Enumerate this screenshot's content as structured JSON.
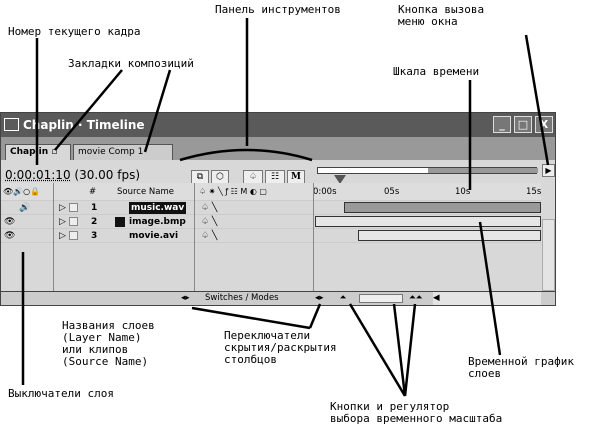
{
  "annotations": {
    "frame_number": "Номер текущего кадра",
    "comp_tabs": "Закладки композиций",
    "toolbar": "Панель инструментов",
    "menu_button": "Кнопка вызова\nменю окна",
    "time_ruler": "Шкала времени",
    "layer_names": "Названия слоев\n(Layer Name)\nили клипов\n(Source Name)",
    "column_toggles": "Переключатели\nскрытия/раскрытия\nстолбцов",
    "layer_timeline": "Временной график\nслоев",
    "layer_switches": "Выключатели слоя",
    "zoom_controls": "Кнопки и регулятор\nвыбора временного масштаба"
  },
  "window": {
    "title": "Chaplin · Timeline",
    "minimize": "_",
    "maximize": "□",
    "close": "X"
  },
  "tabs": [
    {
      "label": "Chaplin"
    },
    {
      "label": "movie Comp 1"
    }
  ],
  "timecode": "0:00:01:10",
  "fps": "(30.00 fps)",
  "toolbar_buttons": [
    "⧉",
    "⬡",
    "♤",
    "☷",
    "M"
  ],
  "headers": {
    "av": "👁🔊○🔒",
    "num": "#",
    "source": "Source Name",
    "switches": "♤ ✷ ╲ ƒ ☷ M ◐ ▢"
  },
  "layers": [
    {
      "num": "1",
      "name": "music.wav"
    },
    {
      "num": "2",
      "name": "image.bmp"
    },
    {
      "num": "3",
      "name": "movie.avi"
    }
  ],
  "ruler": [
    "0:00s",
    "05s",
    "10s",
    "15s"
  ],
  "bottom": {
    "switches_modes": "Switches / Modes",
    "toggle": "◂▸"
  }
}
